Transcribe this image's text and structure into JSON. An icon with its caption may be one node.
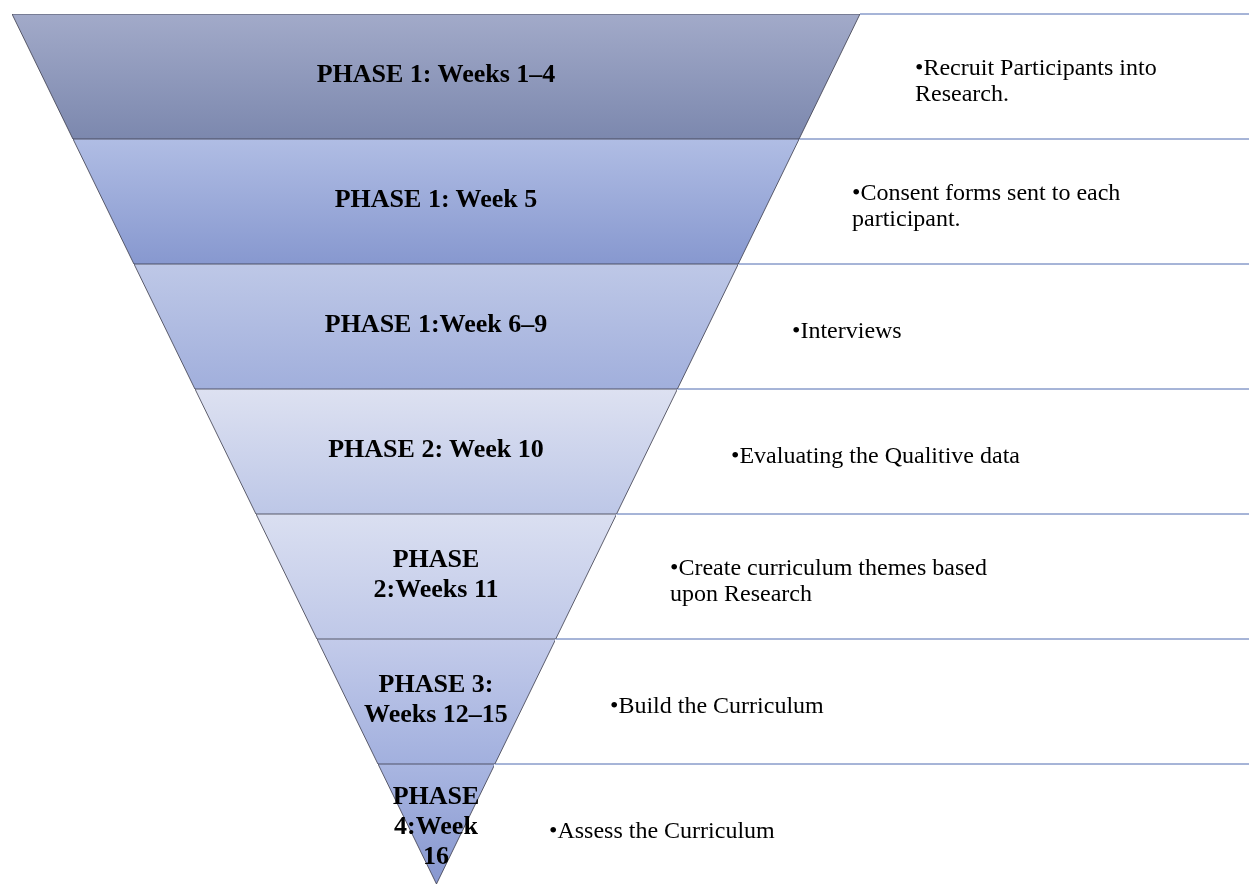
{
  "diagram": {
    "nodes": [
      {
        "text": [
          "PHASE 1: Weeks 1–4"
        ],
        "beside": [
          "•Recruit Participants into Research."
        ]
      },
      {
        "text": [
          "PHASE 1: Week 5"
        ],
        "beside": [
          "•Consent forms sent to each participant."
        ]
      },
      {
        "text": [
          "PHASE 1:Week 6–9"
        ],
        "beside": [
          "•Interviews"
        ]
      },
      {
        "text": [
          "PHASE 2: Week 10"
        ],
        "beside": [
          "•Evaluating the Qualitive data"
        ]
      },
      {
        "text": [
          "PHASE 2:Weeks 11"
        ],
        "beside": [
          "•Create curriculum themes based upon Research"
        ]
      },
      {
        "text": [
          "PHASE 3: Weeks 12–15"
        ],
        "beside": [
          "•Build the Curriculum"
        ]
      },
      {
        "text": [
          "PHASE 4:Week 16"
        ],
        "beside": [
          "•Assess the Curriculum"
        ]
      }
    ]
  }
}
